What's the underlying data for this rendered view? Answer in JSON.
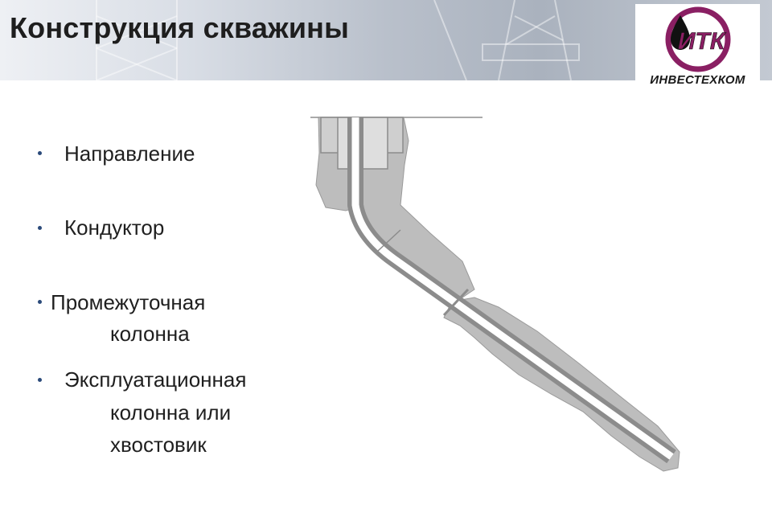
{
  "header": {
    "title": "Конструкция скважины"
  },
  "logo": {
    "mark": "ИТК",
    "name": "ИНВЕСТЕХКОМ",
    "colors": {
      "ring": "#8a1f63",
      "drop": "#111111"
    }
  },
  "bullets": [
    {
      "lines": [
        "Направление"
      ]
    },
    {
      "lines": [
        "Кондуктор"
      ]
    },
    {
      "lines": [
        "Промежуточная",
        "колонна"
      ]
    },
    {
      "lines": [
        "Эксплуатационная",
        "колонна или",
        "хвостовик"
      ]
    }
  ],
  "diagram": {
    "colors": {
      "cement": "#bdbdbd",
      "pipe": "#8c8c8c",
      "bore": "#ffffff"
    }
  }
}
